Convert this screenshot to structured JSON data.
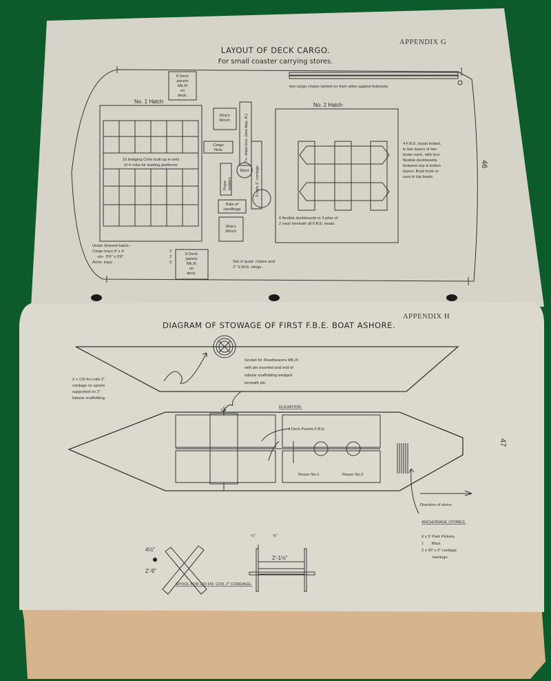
{
  "top_page": {
    "appendix": "APPENDIX G",
    "title": "LAYOUT OF DECK CARGO.",
    "subtitle": "For small coaster carrying stores.",
    "page_number": "46",
    "chutes_label": "two cargo chutes lashed on their sides against bulwarks",
    "deck_panels_top": [
      "8 Deck",
      "panels",
      "Mk.III",
      "on",
      "deck."
    ],
    "hatch1_label": "No. 1 Hatch",
    "cribs_label": [
      "16 bridging Cribs built up in sets",
      "of 4 cribs for loading platforms"
    ],
    "winch_label": [
      "Ship's",
      "Winch"
    ],
    "ships_box_label": "Tn. ships box. (see App. A.)",
    "cargo_nets_label": [
      "Cargo",
      "Nets"
    ],
    "rope_ladders_label": [
      "Rope",
      "ladders"
    ],
    "mast_label": "Mast",
    "sandbags_label": [
      "Bale of",
      "sandbags"
    ],
    "cordage_label": "3 coils 2\" cordage",
    "hatch2_label": "No. 2 Hatch",
    "boats_note": [
      "4 F.B.E. boats folded,",
      "in two layers of two",
      "boats each, with four",
      "flexible duckboards",
      "between top & botton",
      "layers.  Boat hook or",
      "oars in top boats."
    ],
    "duckboards_note": [
      "6 flexible duckboards in 3 piles of",
      "2 each beneath all F.B.E. boats."
    ],
    "forward_hatch_note": [
      "Under forward batch:-",
      "Cargo trays 4' x 4'",
      "    -do-  5'6\" x 5'6\"",
      "Amm. trays"
    ],
    "forward_counts": [
      "2",
      "2",
      "3"
    ],
    "deck_panels_bottom": [
      "8 Deck",
      "panels",
      "Mk.III",
      "on",
      "deck."
    ],
    "slings_note": [
      "Set of quad. chains and",
      "2\" S.W.R. slings."
    ]
  },
  "bottom_page": {
    "appendix": "APPENDIX H",
    "title": "DIAGRAM OF STOWAGE OF FIRST F.B.E. BOAT ASHORE.",
    "page_number": "47",
    "socket_note": [
      "Socket for Roadbearers MK.III",
      "with pin inserted and end of",
      "tubular scaffolding wedged",
      "beneath pin."
    ],
    "coils_note": [
      "2 x 120 fm.coils 2\"",
      "cordage on spools",
      "supported on 2\"",
      "tubular scaffolding."
    ],
    "elevation_label": "ELEVATION.",
    "deck_panels_label": "4 Deck Panels F.B.E.",
    "rower1": "Rower No.1",
    "rower2": "Rower No.2",
    "direction_label": "Direction of shore.",
    "anchorage_title": "ANCHORAGE STORES.",
    "anchorage_items": [
      "6 x 5' Park Pickets.",
      "1       Maul.",
      "2 x 40' x 2\" cordage",
      "          lashings."
    ],
    "spool_dims": {
      "width_a": "4½\"",
      "length": "2'-9\"",
      "drum": "2'-1½\"",
      "pin_a": "¾\"",
      "pin_b": "¾\""
    },
    "spool_caption": "SPOOL FOR 120 FM. COIL 2\" CORDAGE."
  }
}
